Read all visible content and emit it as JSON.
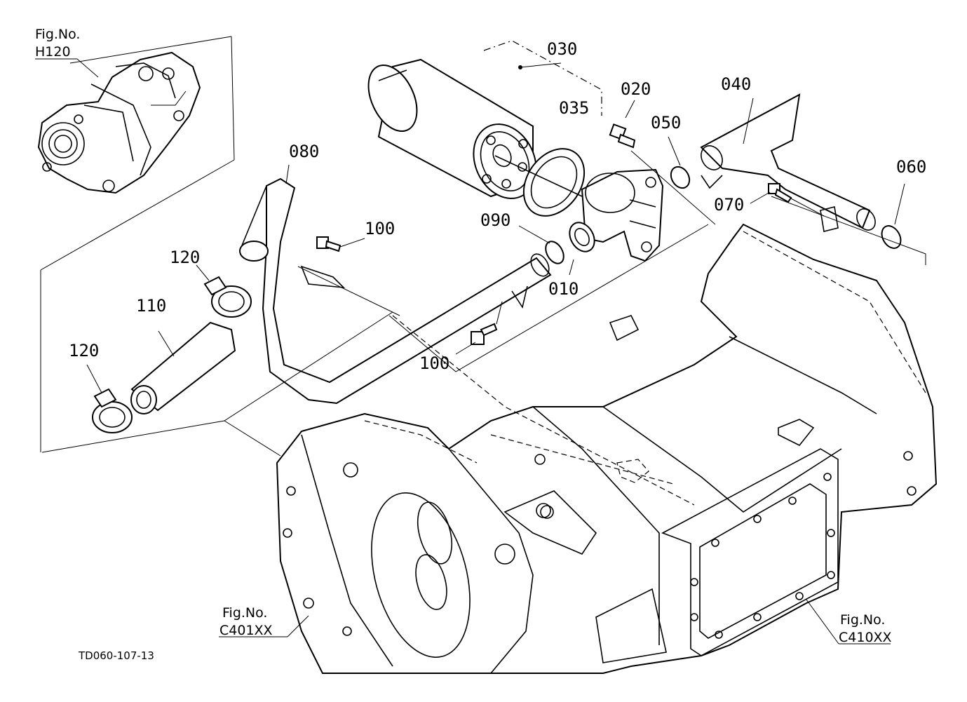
{
  "diagram": {
    "code": "TD060-107-13",
    "fig_refs": [
      {
        "prefix": "Fig.No.",
        "ref": "H120"
      },
      {
        "prefix": "Fig.No.",
        "ref": "C401XX"
      },
      {
        "prefix": "Fig.No.",
        "ref": "C410XX"
      }
    ],
    "callouts": [
      {
        "id": "030",
        "text": "030"
      },
      {
        "id": "020",
        "text": "020"
      },
      {
        "id": "040",
        "text": "040"
      },
      {
        "id": "035",
        "text": "035"
      },
      {
        "id": "050",
        "text": "050"
      },
      {
        "id": "060",
        "text": "060"
      },
      {
        "id": "080",
        "text": "080"
      },
      {
        "id": "100a",
        "text": "100"
      },
      {
        "id": "090",
        "text": "090"
      },
      {
        "id": "070",
        "text": "070"
      },
      {
        "id": "120a",
        "text": "120"
      },
      {
        "id": "010",
        "text": "010"
      },
      {
        "id": "110",
        "text": "110"
      },
      {
        "id": "100b",
        "text": "100"
      },
      {
        "id": "120b",
        "text": "120"
      }
    ]
  }
}
